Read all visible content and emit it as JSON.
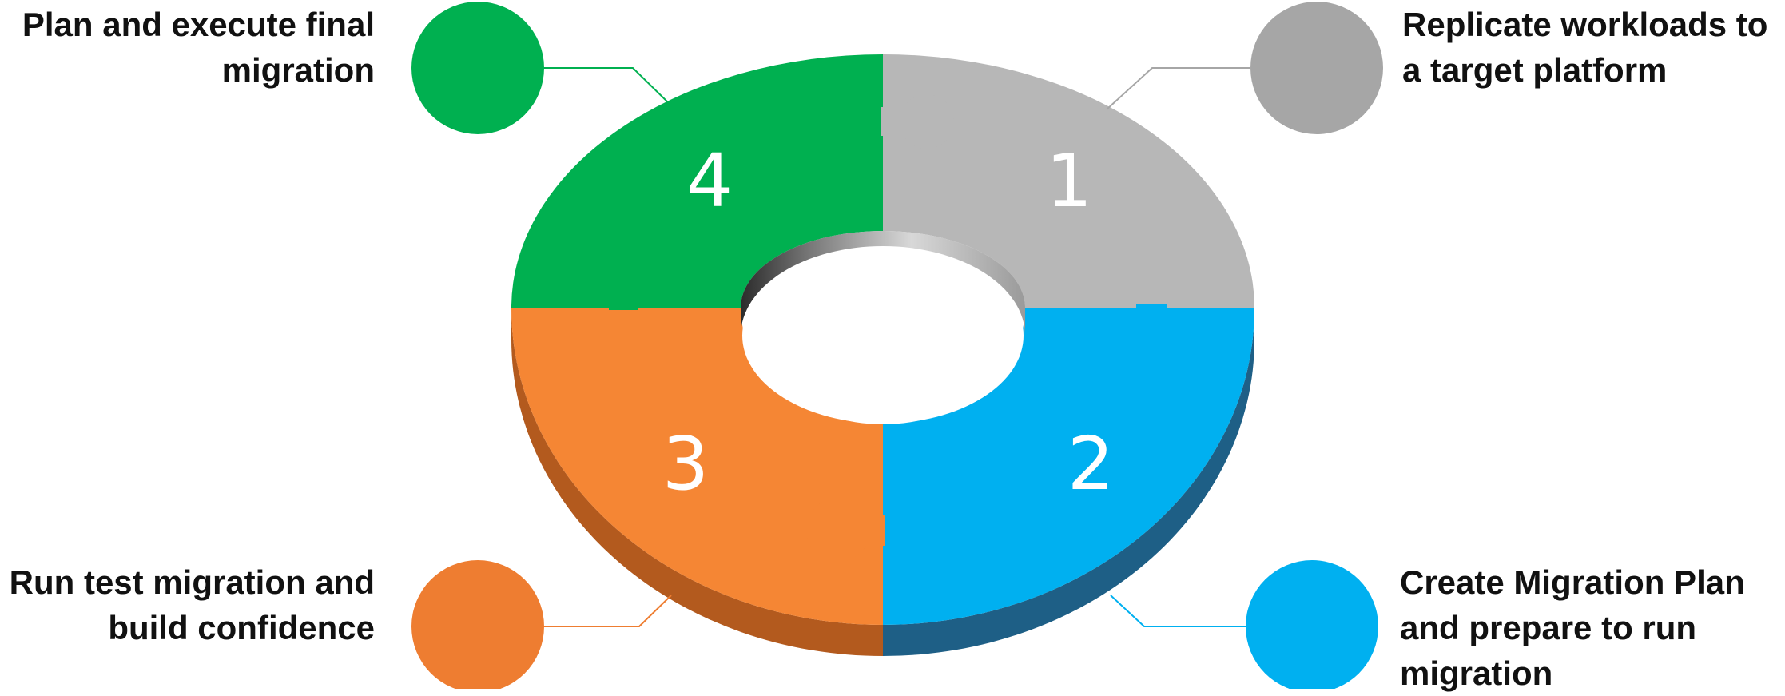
{
  "steps": [
    {
      "number": "1",
      "lines": [
        "Replicate workloads to",
        "a target platform"
      ],
      "color": "#b7b7b7",
      "marker_color": "#a6a6a6"
    },
    {
      "number": "2",
      "lines": [
        "Create Migration Plan",
        "and prepare to run",
        "migration"
      ],
      "color": "#00b0f0",
      "marker_color": "#00b0f0"
    },
    {
      "number": "3",
      "lines": [
        "Run test migration and",
        "build confidence"
      ],
      "color": "#f58634",
      "marker_color": "#ee7d31"
    },
    {
      "number": "4",
      "lines": [
        "Plan and execute final",
        "migration"
      ],
      "color": "#00b050",
      "marker_color": "#00b050"
    }
  ]
}
